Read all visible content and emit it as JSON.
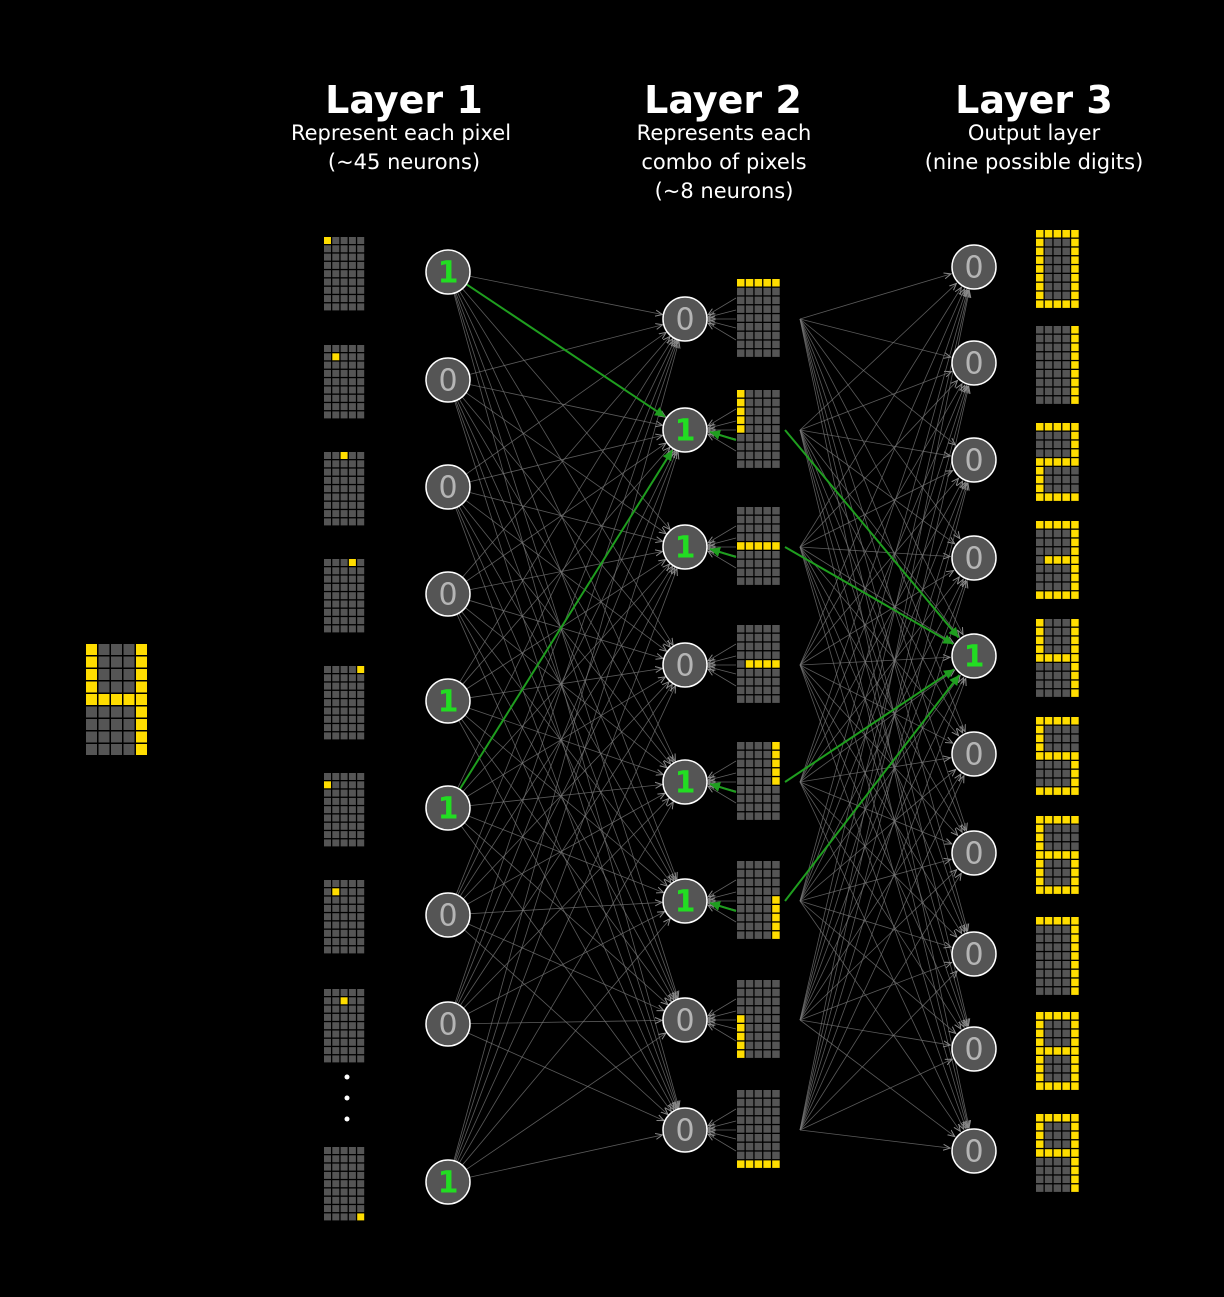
{
  "colors": {
    "background": "#000000",
    "pixel_on": "#ffdd00",
    "pixel_off": "#555555",
    "edge_inactive": "#7a7a7a",
    "edge_active": "#1f9e1f",
    "value_active": "#22dd22",
    "value_inactive": "#b5b5b5"
  },
  "input_image": {
    "cols": 5,
    "rows": 9,
    "on": [
      [
        0,
        0
      ],
      [
        4,
        0
      ],
      [
        0,
        1
      ],
      [
        4,
        1
      ],
      [
        0,
        2
      ],
      [
        4,
        2
      ],
      [
        0,
        3
      ],
      [
        4,
        3
      ],
      [
        0,
        4
      ],
      [
        1,
        4
      ],
      [
        2,
        4
      ],
      [
        3,
        4
      ],
      [
        4,
        4
      ],
      [
        4,
        5
      ],
      [
        4,
        6
      ],
      [
        4,
        7
      ],
      [
        4,
        8
      ]
    ]
  },
  "layers": [
    {
      "title": "Layer 1",
      "subtitle": [
        "Represent each pixel",
        "(~45 neurons)"
      ],
      "values": [
        "1",
        "0",
        "0",
        "0",
        "1",
        "1",
        "0",
        "0",
        "1"
      ],
      "grids": [
        {
          "on": [
            [
              0,
              0
            ]
          ]
        },
        {
          "on": [
            [
              1,
              1
            ]
          ]
        },
        {
          "on": [
            [
              2,
              0
            ]
          ]
        },
        {
          "on": [
            [
              3,
              0
            ]
          ]
        },
        {
          "on": [
            [
              4,
              0
            ]
          ]
        },
        {
          "on": [
            [
              0,
              1
            ]
          ]
        },
        {
          "on": [
            [
              1,
              1
            ]
          ]
        },
        {
          "on": [
            [
              2,
              1
            ]
          ]
        },
        {
          "on": [
            [
              4,
              8
            ]
          ]
        }
      ],
      "ellipsis": "..."
    },
    {
      "title": "Layer 2",
      "subtitle": [
        "Represents each",
        "combo of pixels",
        "(~8 neurons)"
      ],
      "values": [
        "0",
        "1",
        "1",
        "0",
        "1",
        "1",
        "0",
        "0"
      ],
      "grids": [
        {
          "on": [
            [
              0,
              0
            ],
            [
              1,
              0
            ],
            [
              2,
              0
            ],
            [
              3,
              0
            ],
            [
              4,
              0
            ]
          ]
        },
        {
          "on": [
            [
              0,
              0
            ],
            [
              0,
              1
            ],
            [
              0,
              2
            ],
            [
              0,
              3
            ],
            [
              0,
              4
            ]
          ]
        },
        {
          "on": [
            [
              0,
              4
            ],
            [
              1,
              4
            ],
            [
              2,
              4
            ],
            [
              3,
              4
            ],
            [
              4,
              4
            ]
          ]
        },
        {
          "on": [
            [
              1,
              4
            ],
            [
              2,
              4
            ],
            [
              3,
              4
            ],
            [
              4,
              4
            ]
          ]
        },
        {
          "on": [
            [
              4,
              0
            ],
            [
              4,
              1
            ],
            [
              4,
              2
            ],
            [
              4,
              3
            ],
            [
              4,
              4
            ]
          ]
        },
        {
          "on": [
            [
              4,
              4
            ],
            [
              4,
              5
            ],
            [
              4,
              6
            ],
            [
              4,
              7
            ],
            [
              4,
              8
            ]
          ]
        },
        {
          "on": [
            [
              0,
              4
            ],
            [
              0,
              5
            ],
            [
              0,
              6
            ],
            [
              0,
              7
            ],
            [
              0,
              8
            ]
          ]
        },
        {
          "on": [
            [
              0,
              8
            ],
            [
              1,
              8
            ],
            [
              2,
              8
            ],
            [
              3,
              8
            ],
            [
              4,
              8
            ]
          ]
        }
      ]
    },
    {
      "title": "Layer 3",
      "subtitle": [
        "Output layer",
        "(nine possible digits)"
      ],
      "values": [
        "0",
        "0",
        "0",
        "0",
        "1",
        "0",
        "0",
        "0",
        "0",
        "0"
      ],
      "digits": [
        {
          "on": [
            [
              0,
              0
            ],
            [
              1,
              0
            ],
            [
              2,
              0
            ],
            [
              3,
              0
            ],
            [
              4,
              0
            ],
            [
              0,
              1
            ],
            [
              4,
              1
            ],
            [
              0,
              2
            ],
            [
              4,
              2
            ],
            [
              0,
              3
            ],
            [
              4,
              3
            ],
            [
              0,
              4
            ],
            [
              4,
              4
            ],
            [
              0,
              5
            ],
            [
              4,
              5
            ],
            [
              0,
              6
            ],
            [
              4,
              6
            ],
            [
              0,
              7
            ],
            [
              4,
              7
            ],
            [
              0,
              8
            ],
            [
              1,
              8
            ],
            [
              2,
              8
            ],
            [
              3,
              8
            ],
            [
              4,
              8
            ]
          ]
        },
        {
          "on": [
            [
              4,
              0
            ],
            [
              4,
              1
            ],
            [
              4,
              2
            ],
            [
              4,
              3
            ],
            [
              4,
              4
            ],
            [
              4,
              5
            ],
            [
              4,
              6
            ],
            [
              4,
              7
            ],
            [
              4,
              8
            ]
          ]
        },
        {
          "on": [
            [
              0,
              0
            ],
            [
              1,
              0
            ],
            [
              2,
              0
            ],
            [
              3,
              0
            ],
            [
              4,
              0
            ],
            [
              4,
              1
            ],
            [
              4,
              2
            ],
            [
              4,
              3
            ],
            [
              0,
              4
            ],
            [
              1,
              4
            ],
            [
              2,
              4
            ],
            [
              3,
              4
            ],
            [
              4,
              4
            ],
            [
              0,
              5
            ],
            [
              0,
              6
            ],
            [
              0,
              7
            ],
            [
              0,
              8
            ],
            [
              1,
              8
            ],
            [
              2,
              8
            ],
            [
              3,
              8
            ],
            [
              4,
              8
            ]
          ]
        },
        {
          "on": [
            [
              0,
              0
            ],
            [
              1,
              0
            ],
            [
              2,
              0
            ],
            [
              3,
              0
            ],
            [
              4,
              0
            ],
            [
              4,
              1
            ],
            [
              4,
              2
            ],
            [
              4,
              3
            ],
            [
              1,
              4
            ],
            [
              2,
              4
            ],
            [
              3,
              4
            ],
            [
              4,
              4
            ],
            [
              4,
              5
            ],
            [
              4,
              6
            ],
            [
              4,
              7
            ],
            [
              0,
              8
            ],
            [
              1,
              8
            ],
            [
              2,
              8
            ],
            [
              3,
              8
            ],
            [
              4,
              8
            ]
          ]
        },
        {
          "on": [
            [
              0,
              0
            ],
            [
              4,
              0
            ],
            [
              0,
              1
            ],
            [
              4,
              1
            ],
            [
              0,
              2
            ],
            [
              4,
              2
            ],
            [
              0,
              3
            ],
            [
              4,
              3
            ],
            [
              0,
              4
            ],
            [
              1,
              4
            ],
            [
              2,
              4
            ],
            [
              3,
              4
            ],
            [
              4,
              4
            ],
            [
              4,
              5
            ],
            [
              4,
              6
            ],
            [
              4,
              7
            ],
            [
              4,
              8
            ]
          ]
        },
        {
          "on": [
            [
              0,
              0
            ],
            [
              1,
              0
            ],
            [
              2,
              0
            ],
            [
              3,
              0
            ],
            [
              4,
              0
            ],
            [
              0,
              1
            ],
            [
              0,
              2
            ],
            [
              0,
              3
            ],
            [
              0,
              4
            ],
            [
              1,
              4
            ],
            [
              2,
              4
            ],
            [
              3,
              4
            ],
            [
              4,
              4
            ],
            [
              4,
              5
            ],
            [
              4,
              6
            ],
            [
              4,
              7
            ],
            [
              0,
              8
            ],
            [
              1,
              8
            ],
            [
              2,
              8
            ],
            [
              3,
              8
            ],
            [
              4,
              8
            ]
          ]
        },
        {
          "on": [
            [
              0,
              0
            ],
            [
              1,
              0
            ],
            [
              2,
              0
            ],
            [
              3,
              0
            ],
            [
              4,
              0
            ],
            [
              0,
              1
            ],
            [
              0,
              2
            ],
            [
              0,
              3
            ],
            [
              0,
              4
            ],
            [
              1,
              4
            ],
            [
              2,
              4
            ],
            [
              3,
              4
            ],
            [
              4,
              4
            ],
            [
              0,
              5
            ],
            [
              4,
              5
            ],
            [
              0,
              6
            ],
            [
              4,
              6
            ],
            [
              0,
              7
            ],
            [
              4,
              7
            ],
            [
              0,
              8
            ],
            [
              1,
              8
            ],
            [
              2,
              8
            ],
            [
              3,
              8
            ],
            [
              4,
              8
            ]
          ]
        },
        {
          "on": [
            [
              0,
              0
            ],
            [
              1,
              0
            ],
            [
              2,
              0
            ],
            [
              3,
              0
            ],
            [
              4,
              0
            ],
            [
              4,
              1
            ],
            [
              4,
              2
            ],
            [
              4,
              3
            ],
            [
              4,
              4
            ],
            [
              4,
              5
            ],
            [
              4,
              6
            ],
            [
              4,
              7
            ],
            [
              4,
              8
            ]
          ]
        },
        {
          "on": [
            [
              0,
              0
            ],
            [
              1,
              0
            ],
            [
              2,
              0
            ],
            [
              3,
              0
            ],
            [
              4,
              0
            ],
            [
              0,
              1
            ],
            [
              4,
              1
            ],
            [
              0,
              2
            ],
            [
              4,
              2
            ],
            [
              0,
              3
            ],
            [
              4,
              3
            ],
            [
              0,
              4
            ],
            [
              1,
              4
            ],
            [
              2,
              4
            ],
            [
              3,
              4
            ],
            [
              4,
              4
            ],
            [
              0,
              5
            ],
            [
              4,
              5
            ],
            [
              0,
              6
            ],
            [
              4,
              6
            ],
            [
              0,
              7
            ],
            [
              4,
              7
            ],
            [
              0,
              8
            ],
            [
              1,
              8
            ],
            [
              2,
              8
            ],
            [
              3,
              8
            ],
            [
              4,
              8
            ]
          ]
        },
        {
          "on": [
            [
              0,
              0
            ],
            [
              1,
              0
            ],
            [
              2,
              0
            ],
            [
              3,
              0
            ],
            [
              4,
              0
            ],
            [
              0,
              1
            ],
            [
              4,
              1
            ],
            [
              0,
              2
            ],
            [
              4,
              2
            ],
            [
              0,
              3
            ],
            [
              4,
              3
            ],
            [
              0,
              4
            ],
            [
              1,
              4
            ],
            [
              2,
              4
            ],
            [
              3,
              4
            ],
            [
              4,
              4
            ],
            [
              4,
              5
            ],
            [
              4,
              6
            ],
            [
              4,
              7
            ],
            [
              4,
              8
            ]
          ]
        }
      ]
    }
  ],
  "active_paths": [
    {
      "from": "l1-0",
      "to": "l2-1"
    },
    {
      "from": "l1-5",
      "to": "l2-1"
    },
    {
      "from": "l2-1",
      "to": "l3-4"
    },
    {
      "from": "l2-2",
      "to": "l3-4"
    },
    {
      "from": "l2-4",
      "to": "l3-4"
    },
    {
      "from": "l2-5",
      "to": "l3-4"
    }
  ]
}
